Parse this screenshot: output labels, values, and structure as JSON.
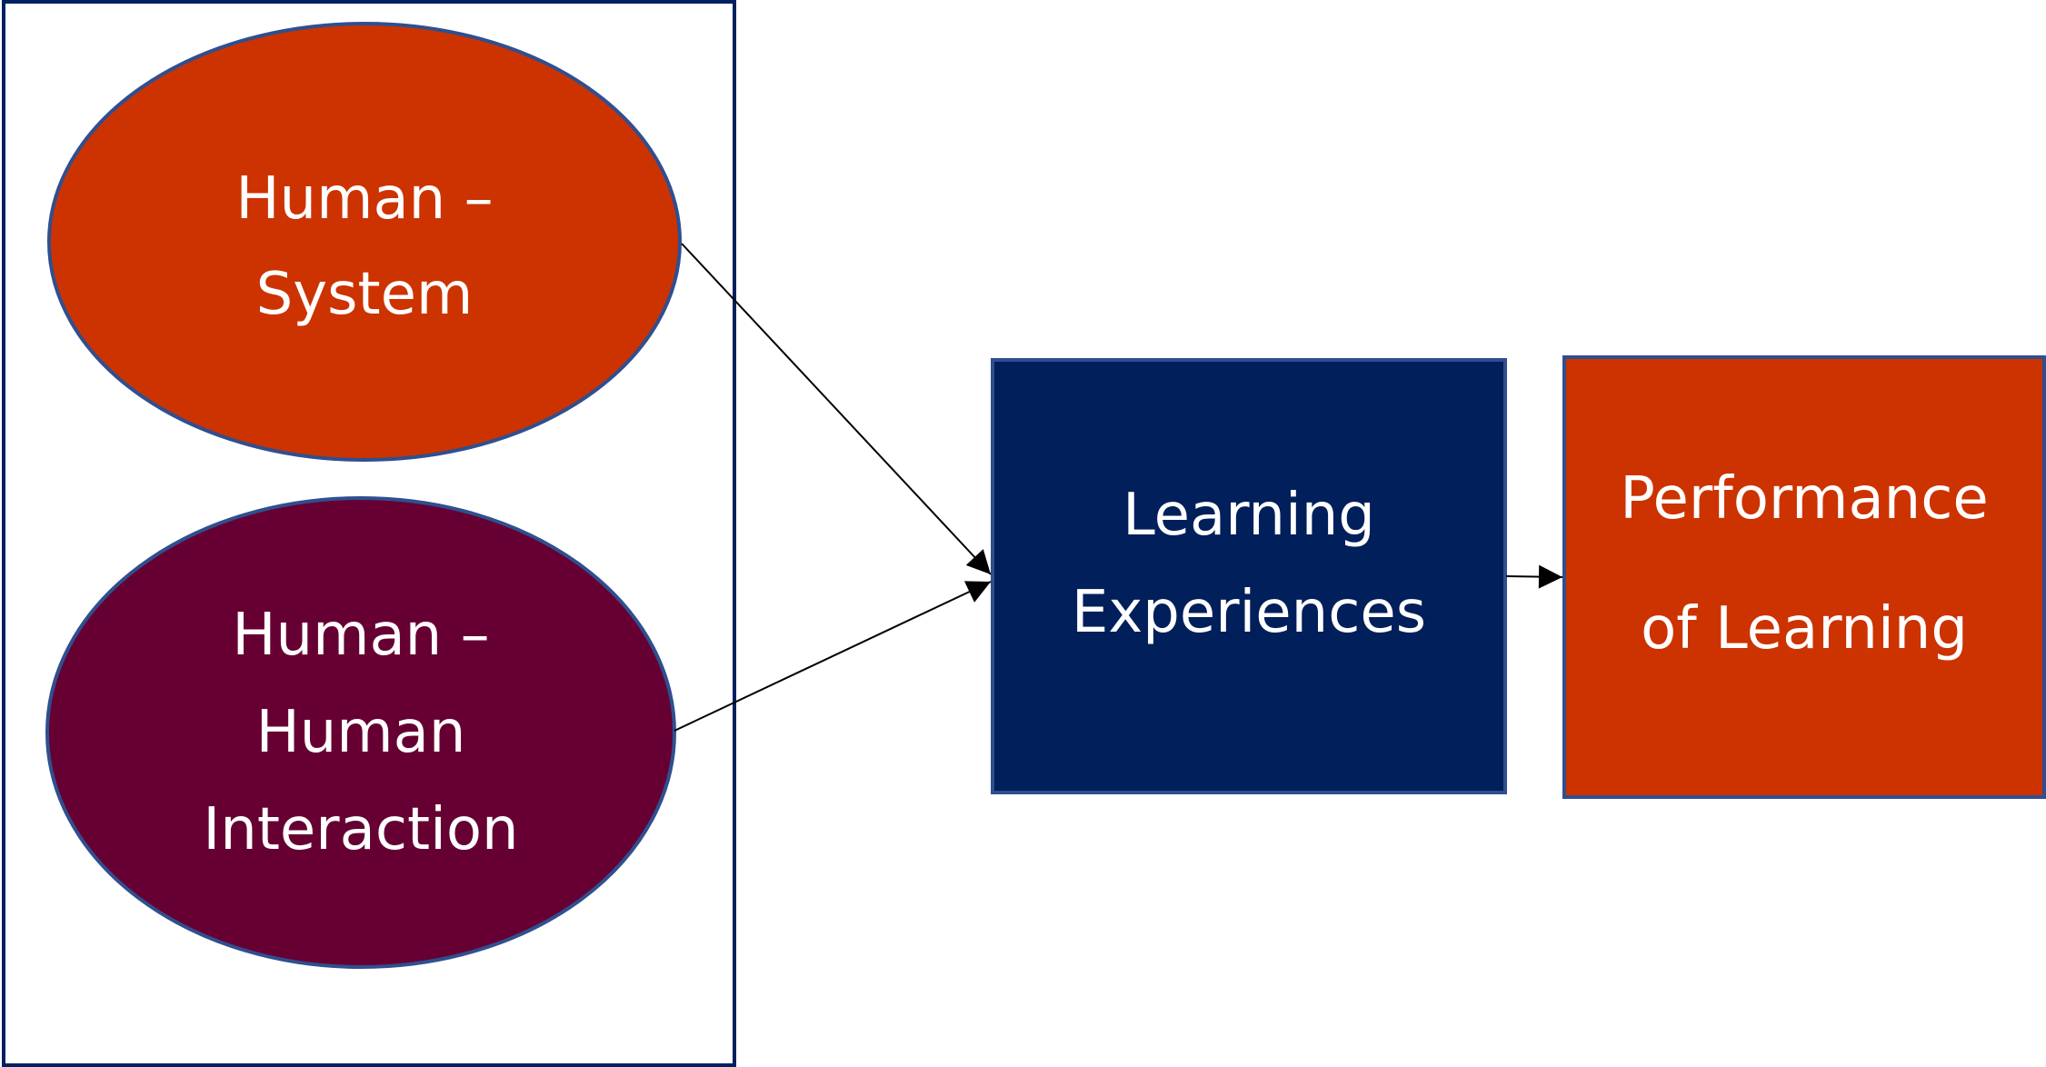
{
  "nodes": {
    "human_system": {
      "lines": [
        "Human –",
        "System"
      ],
      "fill": "#CC3300"
    },
    "human_human": {
      "lines": [
        "Human –",
        "Human",
        "Interaction"
      ],
      "fill": "#660033"
    },
    "learning_experiences": {
      "lines": [
        "Learning",
        "Experiences"
      ],
      "fill": "#001F5B"
    },
    "performance": {
      "lines": [
        "Performance",
        "of Learning"
      ],
      "fill": "#CC3300"
    }
  },
  "colors": {
    "outline": "#2F4F8F",
    "group_border": "#002060",
    "arrow": "#000000"
  },
  "edges": [
    {
      "from": "human_system",
      "to": "learning_experiences"
    },
    {
      "from": "human_human",
      "to": "learning_experiences"
    },
    {
      "from": "learning_experiences",
      "to": "performance"
    }
  ]
}
